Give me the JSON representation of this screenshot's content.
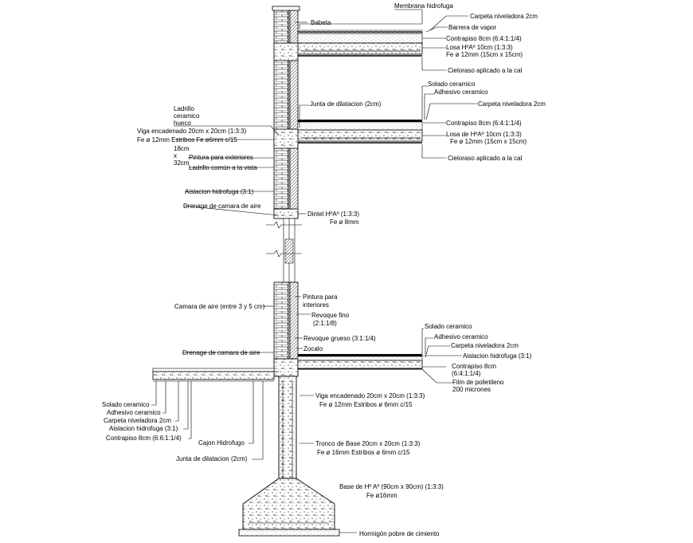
{
  "labels": {
    "membrana": "Membrana hidrofuga",
    "babeta": "Babeta",
    "carpeta1": "Carpeta niveladora 2cm",
    "barrera": "Barrera de vapor",
    "contrapiso1": "Contrapiso 8cm (6:4:1:1/4)",
    "losa1": "Losa HºAº 10cm (1:3:3)",
    "fe1": "Fe ø 12mm (15cm x 15cm)",
    "cielo1": "Cieloraso aplicado a la cal",
    "solado1": "Solado ceramico",
    "adhesivo1": "Adhesivo ceramico",
    "carpeta2": "Carpeta niveladora 2cm",
    "junta1": "Junta de dilatacion (2cm)",
    "ladrillo_hueco_l1": "Ladrillo",
    "ladrillo_hueco_l2": "ceramico",
    "ladrillo_hueco_l3": "hueco",
    "ladrillo_hueco_l4": "18cm",
    "ladrillo_hueco_l5": "x",
    "ladrillo_hueco_l6": "32cm",
    "viga1_l1": "Viga encadenado 20cm x 20cm (1:3:3)",
    "viga1_l2": "Fe ø 12mm Estribos Fe ø6mm c/15",
    "contrapiso2": "Contrapiso 8cm (6:4:1:1/4)",
    "losa2": "Losa de HºAº 10cm (1:3:3)",
    "fe2": "Fe ø 12mm (15cm x 15cm)",
    "cielo2": "Cieloraso aplicado a la cal",
    "pintura_ext": "Pintura para exteriores",
    "ladrillo_comun": "Ladrillo común a la vista",
    "aislacion1": "Aislacion hidrofuga (3:1)",
    "drenaje1": "Drenage de camara de aire",
    "dintel_l1": "Dintel HºAº (1:3:3)",
    "dintel_l2": "Fe ø 8mm",
    "pintura_int_l1": "Pintura para",
    "pintura_int_l2": "interiores",
    "camara": "Camara de aire (entre 3 y 5 cm)",
    "revoque_fino_l1": "Revoque fino",
    "revoque_fino_l2": "(2:1:1/8)",
    "revoque_grueso": "Revoque grueso (3:1:1/4)",
    "zocalo": "Zocalo",
    "solado2": "Solado ceramico",
    "adhesivo2": "Adhesivo ceramico",
    "carpeta3": "Carpeta niveladora 2cm",
    "aislacion2": "Aislacion hidrofuga (3:1)",
    "drenaje2": "Drenage de camara de aire",
    "contrapiso3_l1": "Contrapiso 8cm",
    "contrapiso3_l2": "(6:4:1:1/4)",
    "film_l1": "Film de polietileno",
    "film_l2": "200 micrones",
    "solado3": "Solado ceramico",
    "adhesivo3": "Adhesivo ceramico",
    "carpeta4": "Carpeta niveladora 2cm",
    "aislacion3": "Aislacion hidrofuga (3:1)",
    "contrapiso4": "Contrapiso 8cm (6:6:1:1/4)",
    "cajon": "Cajon Hidrofugo",
    "junta2": "Junta de dilatacion (2cm)",
    "viga2_l1": "Viga encadenado 20cm x 20cm (1:3:3)",
    "viga2_l2": "Fe ø 12mm Estribos ø 6mm c/15",
    "tronco_l1": "Tronco de Base 20cm x 20cm (1:3:3)",
    "tronco_l2": "Fe ø 16mm Estribos ø 6mm c/15",
    "base_l1": "Base de Hº Aº (90cm x 90cm) (1:3:3)",
    "base_l2": "Fe ø16mm",
    "hormigon": "Hormigón pobre de cimiento"
  }
}
